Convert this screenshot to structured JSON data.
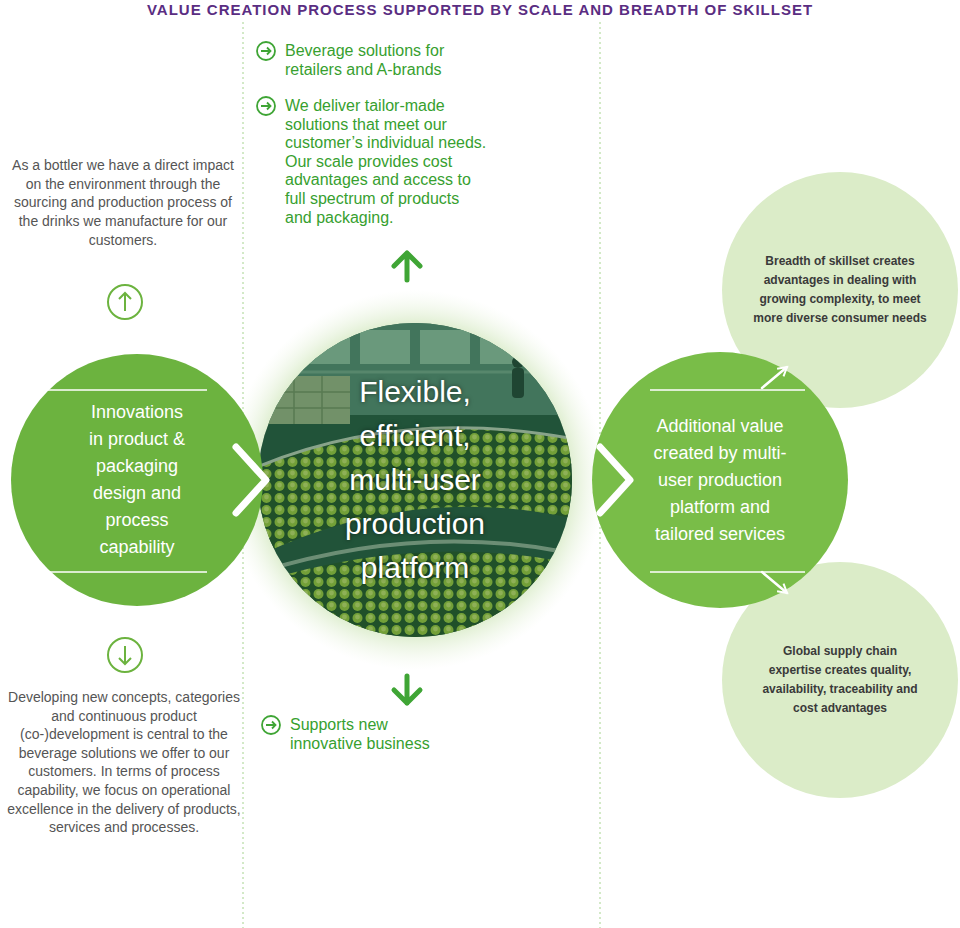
{
  "diagram": {
    "title": "VALUE CREATION PROCESS SUPPORTED BY SCALE AND BREADTH OF SKILLSET",
    "nodes": [
      {
        "text": [
          "Innovations in product & packaging design and process capability"
        ]
      },
      {
        "text": [
          "Flexible, efficient, multi-user production platform"
        ]
      },
      {
        "text": [
          "Additional value created by multi-user production platform and tailored services"
        ]
      },
      {
        "text": [
          "Breadth of skillset creates advantages in dealing with growing complexity, to meet more diverse consumer needs"
        ]
      },
      {
        "text": [
          "Global supply chain expertise creates quality, availability, traceability and cost advantages"
        ]
      }
    ],
    "edges": [
      {
        "from": 0,
        "to": 1,
        "arrow": "to"
      },
      {
        "from": 1,
        "to": 2,
        "arrow": "to"
      },
      {
        "from": 2,
        "to": 3,
        "arrow": "to"
      },
      {
        "from": 2,
        "to": 4,
        "arrow": "to"
      }
    ],
    "labels": [
      "As a bottler we have a direct impact on the environment through the sourcing and production process of the drinks we manufacture for our customers.",
      "Beverage solutions for retailers and A-brands",
      "We deliver tailor-made solutions that meet our customer’s individual needs. Our scale provides cost advantages and access to full spectrum of products and packaging.",
      "Developing new concepts, categories and continuous product (co-)development is central to the beverage solutions we offer to our customers. In terms of process capability, we focus on operational excellence in the delivery of products, services and processes.",
      "Supports new innovative business"
    ]
  }
}
